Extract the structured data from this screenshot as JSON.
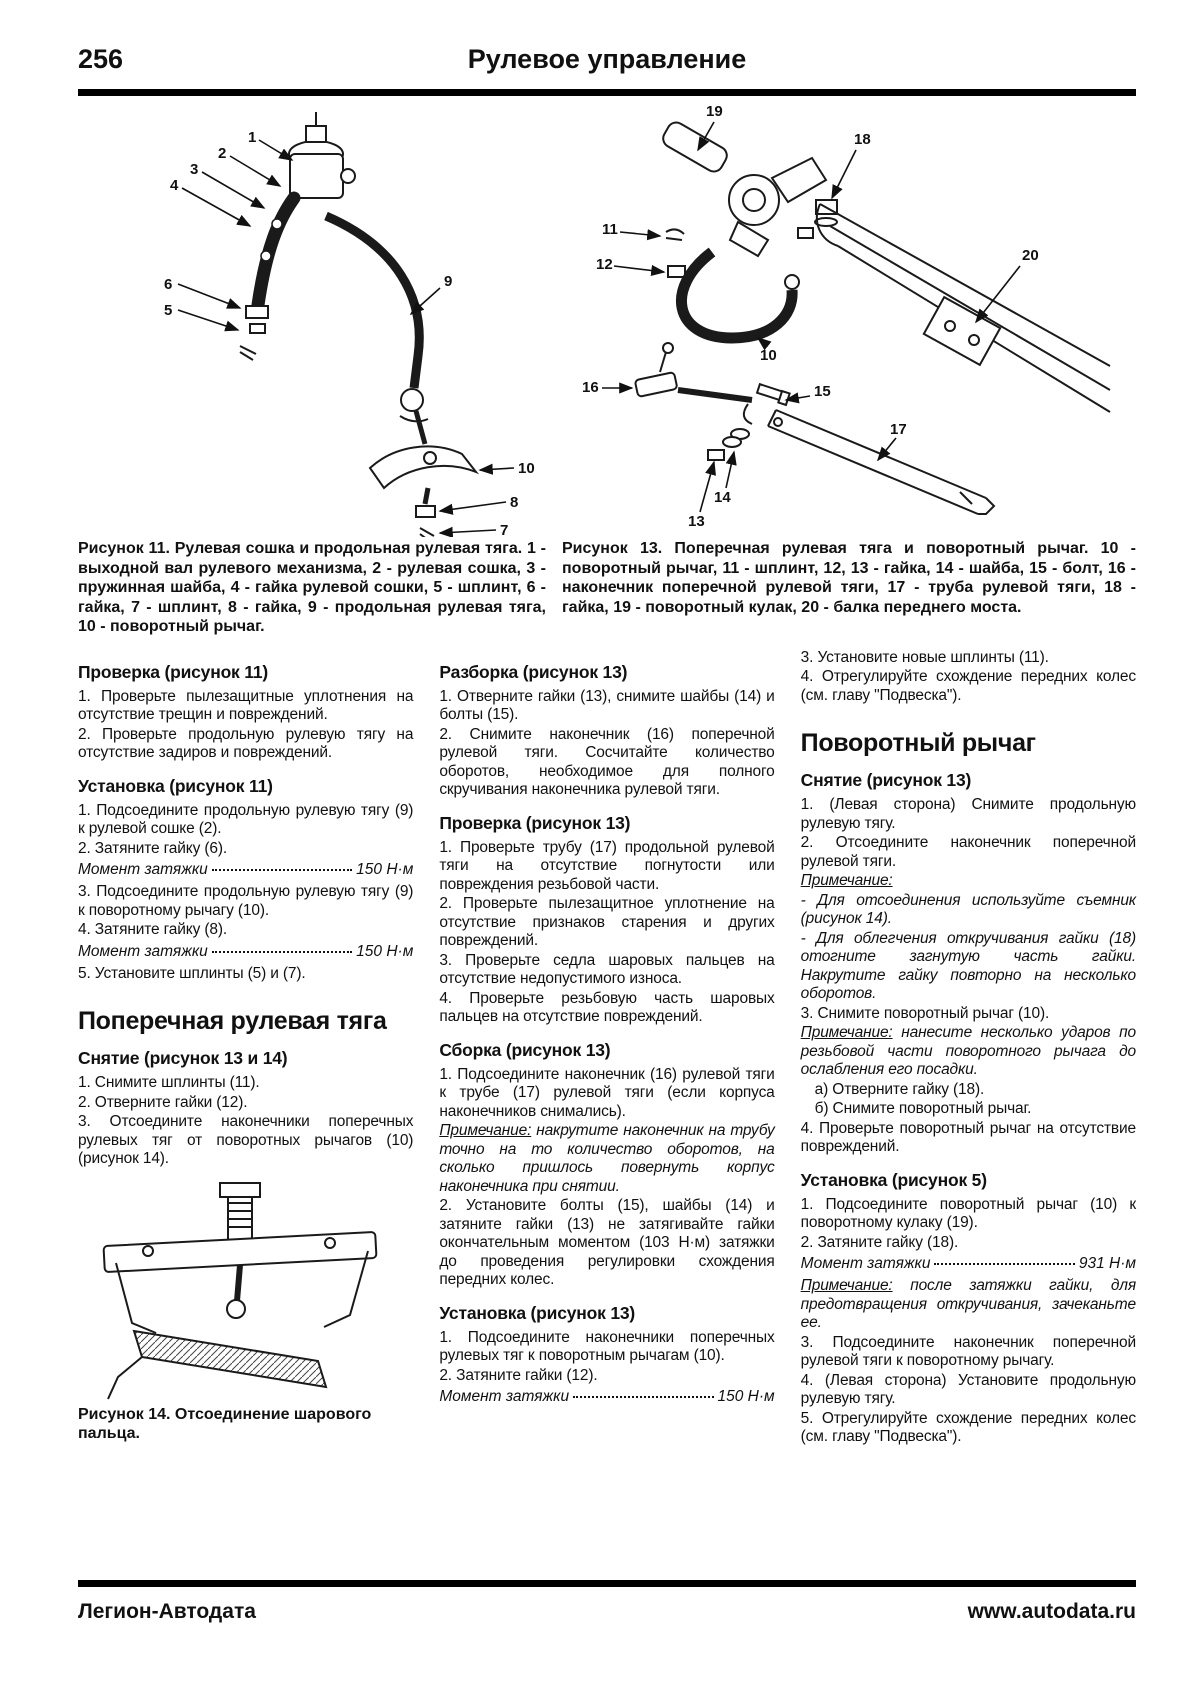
{
  "page": {
    "number": "256",
    "title": "Рулевое управление",
    "footer_left": "Легион-Автодата",
    "footer_right": "www.autodata.ru"
  },
  "figures": {
    "fig11": {
      "caption": "Рисунок 11. Рулевая сошка и продольная рулевая тяга. 1 - выходной вал рулевого механизма, 2 - рулевая сошка, 3 - пружинная шайба, 4 - гайка рулевой сошки, 5 - шплинт, 6 - гайка, 7 - шплинт, 8 - гайка, 9 - продольная рулевая тяга, 10 - поворотный рычаг.",
      "callouts": [
        "1",
        "2",
        "3",
        "4",
        "5",
        "6",
        "7",
        "8",
        "9",
        "10"
      ]
    },
    "fig13": {
      "caption": "Рисунок 13. Поперечная рулевая тяга и поворотный рычаг. 10 - поворотный рычаг, 11 - шплинт, 12, 13 - гайка, 14 - шайба, 15 - болт, 16 - наконечник поперечной рулевой тяги, 17 - труба рулевой тяги, 18 - гайка, 19 - поворотный кулак, 20 - балка переднего моста.",
      "callouts": [
        "10",
        "11",
        "12",
        "13",
        "14",
        "15",
        "16",
        "17",
        "18",
        "19",
        "20"
      ]
    },
    "fig14": {
      "caption": "Рисунок 14. Отсоединение шарового пальца."
    }
  },
  "cols": {
    "c1": [
      {
        "t": "h2",
        "text": "Проверка (рисунок 11)"
      },
      {
        "t": "p",
        "text": "1. Проверьте пылезащитные уплотнения на отсутствие трещин и повреждений."
      },
      {
        "t": "p",
        "text": "2. Проверьте продольную рулевую тягу на отсутствие задиров и повреждений."
      },
      {
        "t": "h2",
        "text": "Установка (рисунок 11)"
      },
      {
        "t": "p",
        "text": "1. Подсоедините продольную рулевую тягу (9) к рулевой сошке (2)."
      },
      {
        "t": "p",
        "text": "2. Затяните гайку (6)."
      },
      {
        "t": "torque",
        "label": "Момент затяжки",
        "value": "150 Н·м"
      },
      {
        "t": "p",
        "text": "3. Подсоедините продольную рулевую тягу (9) к поворотному рычагу (10)."
      },
      {
        "t": "p",
        "text": "4. Затяните гайку (8)."
      },
      {
        "t": "torque",
        "label": "Момент затяжки",
        "value": "150 Н·м"
      },
      {
        "t": "p",
        "text": "5. Установите шплинты (5) и (7)."
      },
      {
        "t": "h1",
        "text": "Поперечная рулевая тяга"
      },
      {
        "t": "h2",
        "text": "Снятие (рисунок 13 и 14)"
      },
      {
        "t": "p",
        "text": "1. Снимите шплинты (11)."
      },
      {
        "t": "p",
        "text": "2. Отверните гайки (12)."
      },
      {
        "t": "p",
        "text": "3. Отсоедините наконечники поперечных рулевых тяг от поворотных рычагов (10) (рисунок 14)."
      }
    ],
    "c2": [
      {
        "t": "h2",
        "text": "Разборка (рисунок 13)"
      },
      {
        "t": "p",
        "text": "1. Отверните гайки (13), снимите шайбы (14) и болты (15)."
      },
      {
        "t": "p",
        "text": "2. Снимите наконечник (16) поперечной рулевой тяги. Сосчитайте количество оборотов, необходимое для полного скручивания наконечника рулевой тяги."
      },
      {
        "t": "h2",
        "text": "Проверка (рисунок 13)"
      },
      {
        "t": "p",
        "text": "1. Проверьте трубу (17) продольной рулевой тяги на отсутствие погнутости или повреждения резьбовой части."
      },
      {
        "t": "p",
        "text": "2. Проверьте пылезащитное уплотнение на отсутствие признаков старения и других повреждений."
      },
      {
        "t": "p",
        "text": "3. Проверьте седла шаровых пальцев на отсутствие недопустимого износа."
      },
      {
        "t": "p",
        "text": "4. Проверьте резьбовую часть шаровых пальцев на отсутствие повреждений."
      },
      {
        "t": "h2",
        "text": "Сборка (рисунок 13)"
      },
      {
        "t": "p",
        "text": "1. Подсоедините наконечник (16) рулевой тяги к трубе (17) рулевой тяги (если корпуса наконечников снимались)."
      },
      {
        "t": "note",
        "label": "Примечание:",
        "text": " накрутите наконечник на трубу точно на то количество оборотов, на сколько пришлось повернуть корпус наконечника при снятии."
      },
      {
        "t": "p",
        "text": "2. Установите болты (15), шайбы (14) и затяните гайки (13) не затягивайте гайки окончательным моментом (103 Н·м) затяжки до проведения регулировки схождения передних колес."
      },
      {
        "t": "h2",
        "text": "Установка (рисунок 13)"
      },
      {
        "t": "p",
        "text": "1. Подсоедините наконечники поперечных рулевых тяг к поворотным рычагам (10)."
      },
      {
        "t": "p",
        "text": "2. Затяните гайки (12)."
      },
      {
        "t": "torque",
        "label": "Момент затяжки",
        "value": "150 Н·м"
      }
    ],
    "c3": [
      {
        "t": "p",
        "text": "3. Установите новые шплинты (11)."
      },
      {
        "t": "p",
        "text": "4. Отрегулируйте схождение передних колес (см. главу \"Подвеска\")."
      },
      {
        "t": "h1",
        "text": "Поворотный рычаг"
      },
      {
        "t": "h2",
        "text": "Снятие (рисунок 13)"
      },
      {
        "t": "p",
        "text": "1. (Левая сторона) Снимите продольную рулевую тягу."
      },
      {
        "t": "p",
        "text": "2. Отсоедините наконечник поперечной рулевой тяги."
      },
      {
        "t": "note",
        "label": "Примечание:",
        "text": ""
      },
      {
        "t": "ni",
        "text": "- Для отсоединения используйте съемник (рисунок 14)."
      },
      {
        "t": "ni",
        "text": "- Для облегчения откручивания гайки (18) отогните загнутую часть гайки. Накрутите гайку повторно на несколько оборотов."
      },
      {
        "t": "p",
        "text": "3. Снимите поворотный рычаг (10)."
      },
      {
        "t": "note",
        "label": "Примечание:",
        "text": " нанесите несколько ударов по резьбовой части поворотного рычага до ослабления его посадки."
      },
      {
        "t": "sub",
        "text": "а) Отверните гайку (18)."
      },
      {
        "t": "sub",
        "text": "б) Снимите поворотный рычаг."
      },
      {
        "t": "p",
        "text": "4. Проверьте поворотный рычаг на отсутствие повреждений."
      },
      {
        "t": "h2",
        "text": "Установка (рисунок 5)"
      },
      {
        "t": "p",
        "text": "1. Подсоедините поворотный рычаг (10) к поворотному кулаку (19)."
      },
      {
        "t": "p",
        "text": "2. Затяните гайку (18)."
      },
      {
        "t": "torque",
        "label": "Момент затяжки",
        "value": "931 Н·м"
      },
      {
        "t": "note",
        "label": "Примечание:",
        "text": " после затяжки гайки, для предотвращения откручивания, зачеканьте ее."
      },
      {
        "t": "p",
        "text": "3. Подсоедините наконечник поперечной рулевой тяги к поворотному рычагу."
      },
      {
        "t": "p",
        "text": "4. (Левая сторона) Установите продольную рулевую тягу."
      },
      {
        "t": "p",
        "text": "5. Отрегулируйте схождение передних колес (см. главу \"Подвеска\")."
      }
    ]
  }
}
